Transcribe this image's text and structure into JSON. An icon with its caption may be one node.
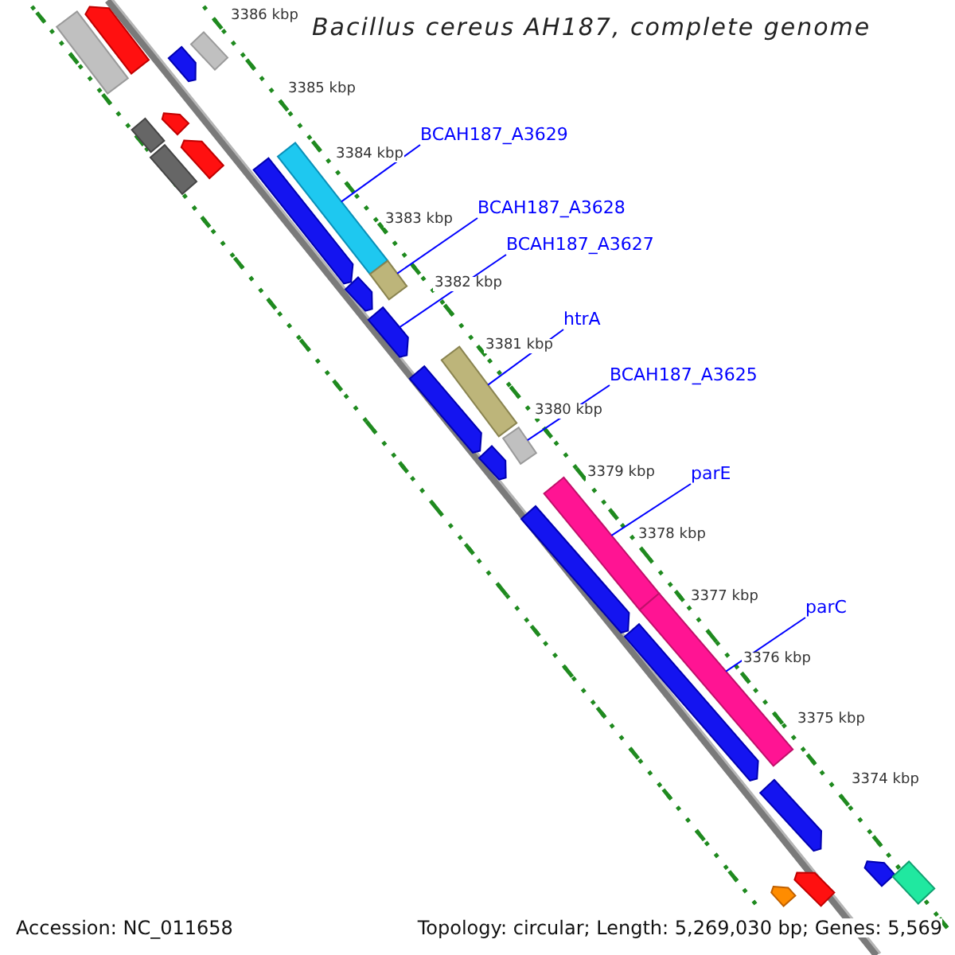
{
  "diagram": {
    "title": "Bacillus cereus AH187, complete genome",
    "nodes": [
      {
        "text": [
          "BCAH187_A3629"
        ]
      },
      {
        "text": [
          "BCAH187_A3628"
        ]
      },
      {
        "text": [
          "BCAH187_A3627"
        ]
      },
      {
        "text": [
          "htrA"
        ]
      },
      {
        "text": [
          "BCAH187_A3625"
        ]
      },
      {
        "text": [
          "parE"
        ]
      },
      {
        "text": [
          "parC"
        ]
      },
      {
        "text": [],
        "shape": "pentagon"
      },
      {
        "text": [],
        "shape": "bar"
      },
      {
        "text": [],
        "shape": "bar"
      },
      {
        "text": [],
        "shape": "pentagon"
      },
      {
        "text": [],
        "shape": "pentagon"
      },
      {
        "text": [],
        "shape": "bar"
      },
      {
        "text": [],
        "shape": "pentagon"
      },
      {
        "text": [],
        "shape": "bar"
      },
      {
        "text": [],
        "shape": "bar"
      },
      {
        "text": [],
        "shape": "pentagon"
      },
      {
        "text": [],
        "shape": "bar"
      },
      {
        "text": [],
        "shape": "pentagon"
      },
      {
        "text": [],
        "shape": "pentagon"
      },
      {
        "text": [],
        "shape": "bar"
      },
      {
        "text": [],
        "shape": "pentagon"
      },
      {
        "text": [],
        "shape": "bar"
      },
      {
        "text": [],
        "shape": "pentagon"
      },
      {
        "text": [],
        "shape": "bar"
      },
      {
        "text": [],
        "shape": "pentagon"
      },
      {
        "text": [],
        "shape": "bar"
      },
      {
        "text": [],
        "shape": "pentagon"
      },
      {
        "text": [],
        "shape": "pentagon"
      },
      {
        "text": [],
        "shape": "pentagon"
      },
      {
        "text": [],
        "shape": "bar"
      },
      {
        "text": [],
        "shape": "pentagon"
      },
      {
        "text": [],
        "shape": "pentagon"
      }
    ],
    "edges": [
      {
        "from": 0,
        "to": 15,
        "arrow": "none"
      },
      {
        "from": 1,
        "to": 17,
        "arrow": "none"
      },
      {
        "from": 2,
        "to": 19,
        "arrow": "none"
      },
      {
        "from": 3,
        "to": 20,
        "arrow": "none"
      },
      {
        "from": 4,
        "to": 22,
        "arrow": "none"
      },
      {
        "from": 5,
        "to": 24,
        "arrow": "none"
      },
      {
        "from": 6,
        "to": 26,
        "arrow": "none"
      }
    ],
    "labels": [
      "3386 kbp",
      "3385 kbp",
      "3384 kbp",
      "3383 kbp",
      "3382 kbp",
      "3381 kbp",
      "3380 kbp",
      "3379 kbp",
      "3378 kbp",
      "3377 kbp",
      "3376 kbp",
      "3375 kbp",
      "3374 kbp",
      "Accession: NC_011658",
      "Topology: circular; Length: 5,269,030 bp; Genes: 5,569"
    ]
  }
}
